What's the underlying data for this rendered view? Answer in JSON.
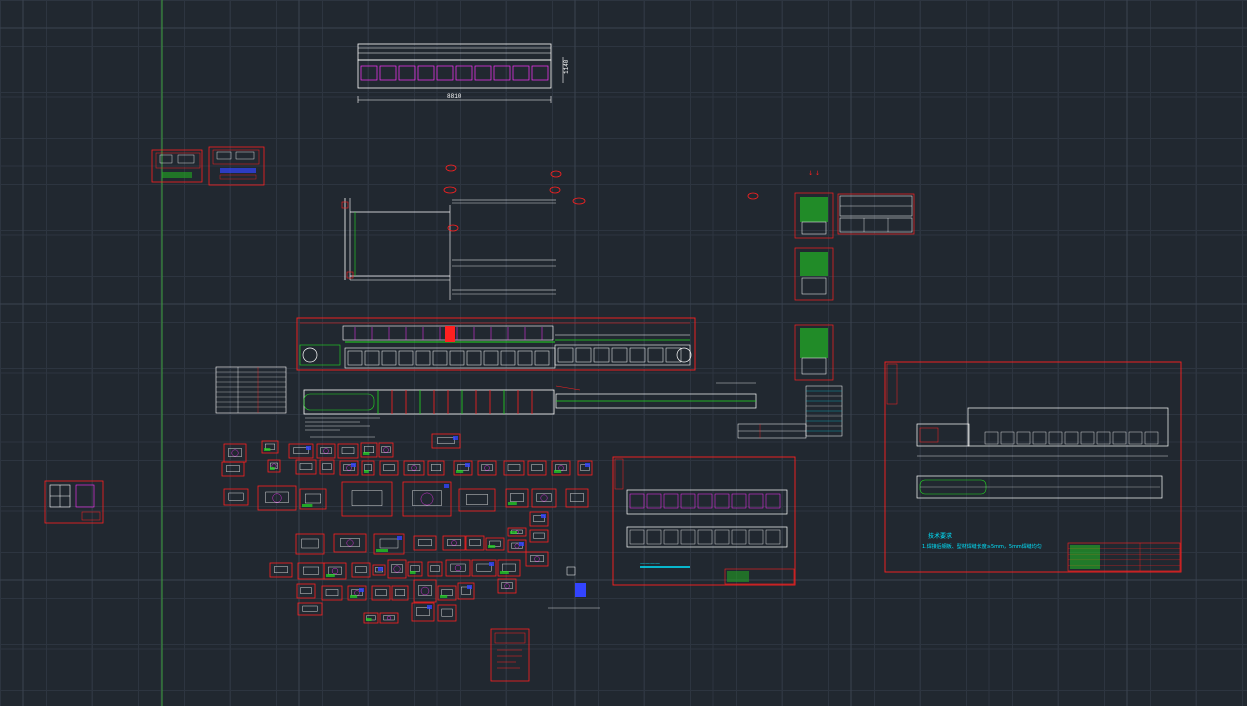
{
  "app": {
    "canvas_background": "#212830",
    "grid_minor_color": "#2d3540",
    "grid_major_color": "#3a4350",
    "ucs_y_axis_color": "#3ca03c"
  },
  "colors": {
    "frame": "#ff2020",
    "outline": "#ffffff",
    "accent_green": "#22dd22",
    "accent_magenta": "#ff33ff",
    "accent_cyan": "#00e5ff",
    "accent_blue": "#3344ff"
  },
  "drawing": {
    "top_assembly": {
      "width_dimension": "8810",
      "height_dimension": "1140"
    },
    "right_sheet": {
      "note_title": "技术要求",
      "note_line": "1.焊接后钢板、型材焊缝长度≥5mm，5mm焊缝均匀"
    },
    "mid_sheet": {
      "note_line": "————"
    }
  }
}
